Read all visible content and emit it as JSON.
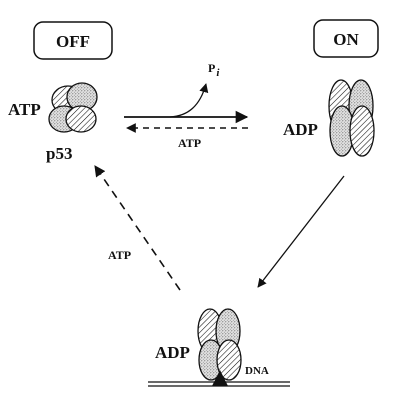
{
  "states": {
    "off_label": "OFF",
    "on_label": "ON"
  },
  "labels": {
    "atp_off": "ATP",
    "p53": "p53",
    "adp_on": "ADP",
    "adp_dna": "ADP",
    "dna": "DNA",
    "pi_main": "P",
    "pi_sub": "i",
    "atp_reverse": "ATP",
    "atp_return": "ATP"
  },
  "colors": {
    "ink": "#111111",
    "hatch_fill": "#ffffff",
    "stipple_fill": "#d8d8d8"
  }
}
